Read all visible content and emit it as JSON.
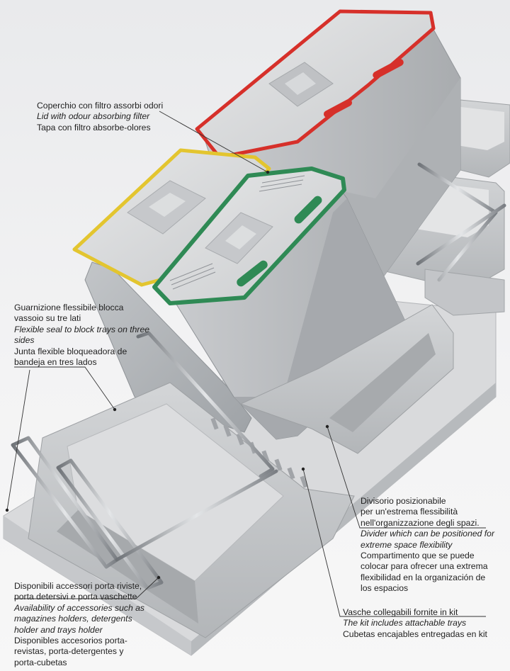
{
  "callouts": {
    "lid": {
      "it": "Coperchio con filtro assorbi odori",
      "en": "Lid with odour absorbing filter",
      "es": "Tapa con filtro absorbe-olores"
    },
    "seal": {
      "it": [
        "Guarnizione flessibile blocca",
        "vassoio su tre lati"
      ],
      "en": [
        "Flexible seal to block trays on three",
        "sides"
      ],
      "es": [
        "Junta flexible bloqueadora de",
        "bandeja en tres lados"
      ]
    },
    "divider": {
      "it": [
        "Divisorio posizionabile",
        "per un'estrema flessibilità",
        "nell'organizzazione degli spazi."
      ],
      "en": [
        "Divider which can be positioned for",
        "extreme space flexibility"
      ],
      "es": [
        "Compartimento que se puede",
        "colocar para ofrecer una extrema",
        "flexibilidad en la organización de",
        "los espacios"
      ]
    },
    "accessories": {
      "it": [
        "Disponibili accessori porta riviste,",
        "porta detersivi e porta vaschette"
      ],
      "en": [
        "Availability of accessories such as",
        "magazines holders, detergents",
        "holder and trays holder"
      ],
      "es": [
        "Disponibles accesorios porta-",
        "revistas, porta-detergentes y",
        "porta-cubetas"
      ]
    },
    "trays": {
      "it": "Vasche collegabili fornite in kit",
      "en": "The kit includes attachable trays",
      "es": "Cubetas encajables entregadas en kit"
    }
  },
  "colors": {
    "bin_grey": "#b9bcbf",
    "lid_grey": "#d4d6d8",
    "red_rim": "#d6302a",
    "yellow_rim": "#e3c52f",
    "green_rim": "#2f8a55",
    "tray_grey": "#c7c9cb",
    "chrome": "#8d9196"
  }
}
